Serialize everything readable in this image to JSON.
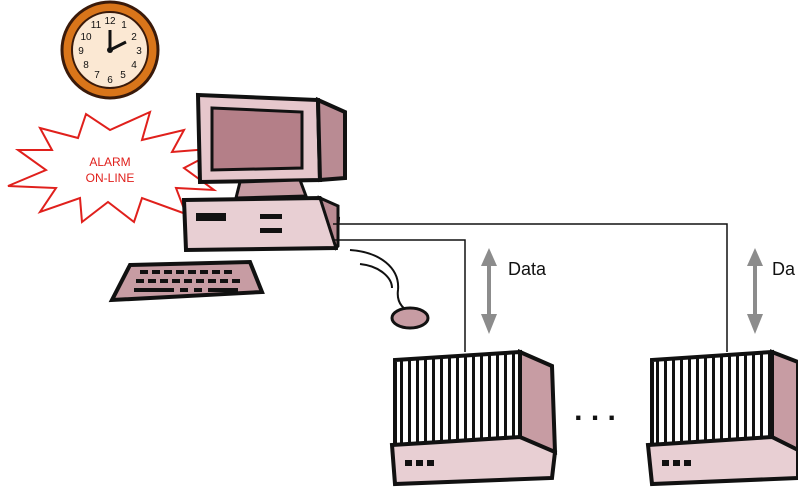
{
  "alarm_label": {
    "line1": "ALARM",
    "line2": "ON-LINE"
  },
  "data_labels": [
    "Data",
    "Da"
  ],
  "ellipsis": ". . .",
  "colors": {
    "alarm_red": "#e0201c",
    "clock_orange": "#d9751a",
    "computer_mauve": "#c79ca3",
    "screen_dark": "#b47f88",
    "arrow_gray": "#8c8c8c"
  },
  "icons": [
    "clock-icon",
    "computer-icon",
    "keyboard-icon",
    "mouse-icon",
    "server-icon",
    "alarm-burst-icon"
  ]
}
